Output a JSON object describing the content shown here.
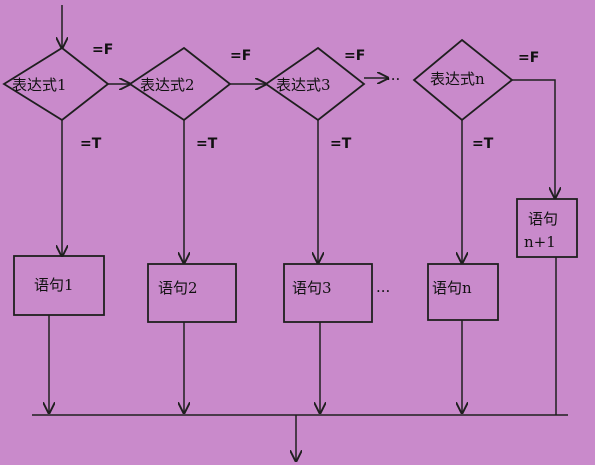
{
  "conditions": [
    "表达式1",
    "表达式2",
    "表达式3",
    "表达式n"
  ],
  "statements": [
    "语句1",
    "语句2",
    "语句3",
    "语句n"
  ],
  "default_statement": [
    "语句",
    "n+1"
  ],
  "false_label": "=F",
  "true_label": "=T",
  "ellipsis": "···"
}
